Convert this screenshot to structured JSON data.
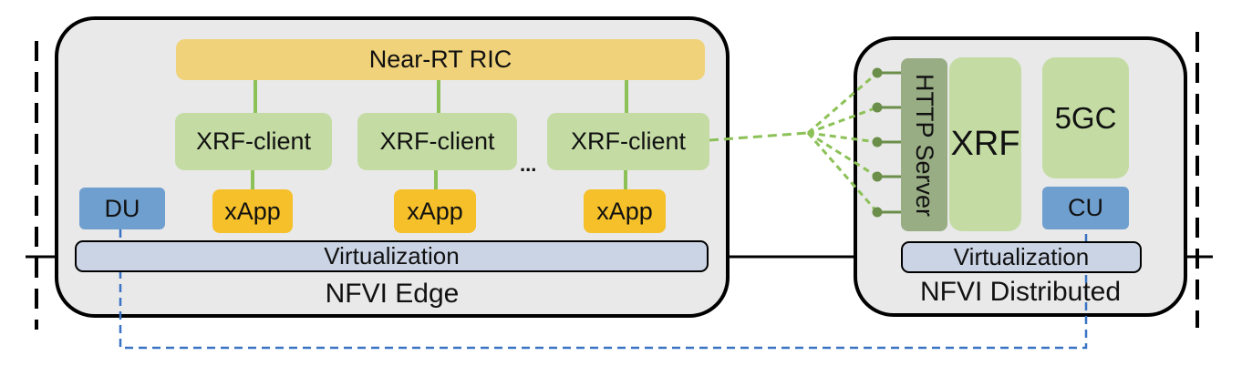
{
  "edge": {
    "title": "NFVI Edge",
    "ric_label": "Near-RT RIC",
    "clients": [
      "XRF-client",
      "XRF-client",
      "XRF-client"
    ],
    "xapps": [
      "xApp",
      "xApp",
      "xApp"
    ],
    "ellipsis": "...",
    "du_label": "DU",
    "virtualization_label": "Virtualization"
  },
  "distributed": {
    "title": "NFVI Distributed",
    "http_server_label": "HTTP Server",
    "xrf_label": "XRF",
    "core_label": "5GC",
    "cu_label": "CU",
    "virtualization_label": "Virtualization"
  },
  "colors": {
    "green_link": "#8cc157",
    "green_connector": "#6b8f4a",
    "blue_link": "#3a72c4",
    "ric": "#f0d27a",
    "client": "#c4dca4",
    "xapp": "#f5c02a",
    "du_cu": "#6f9fcf",
    "virtualization": "#cbd4e4"
  }
}
